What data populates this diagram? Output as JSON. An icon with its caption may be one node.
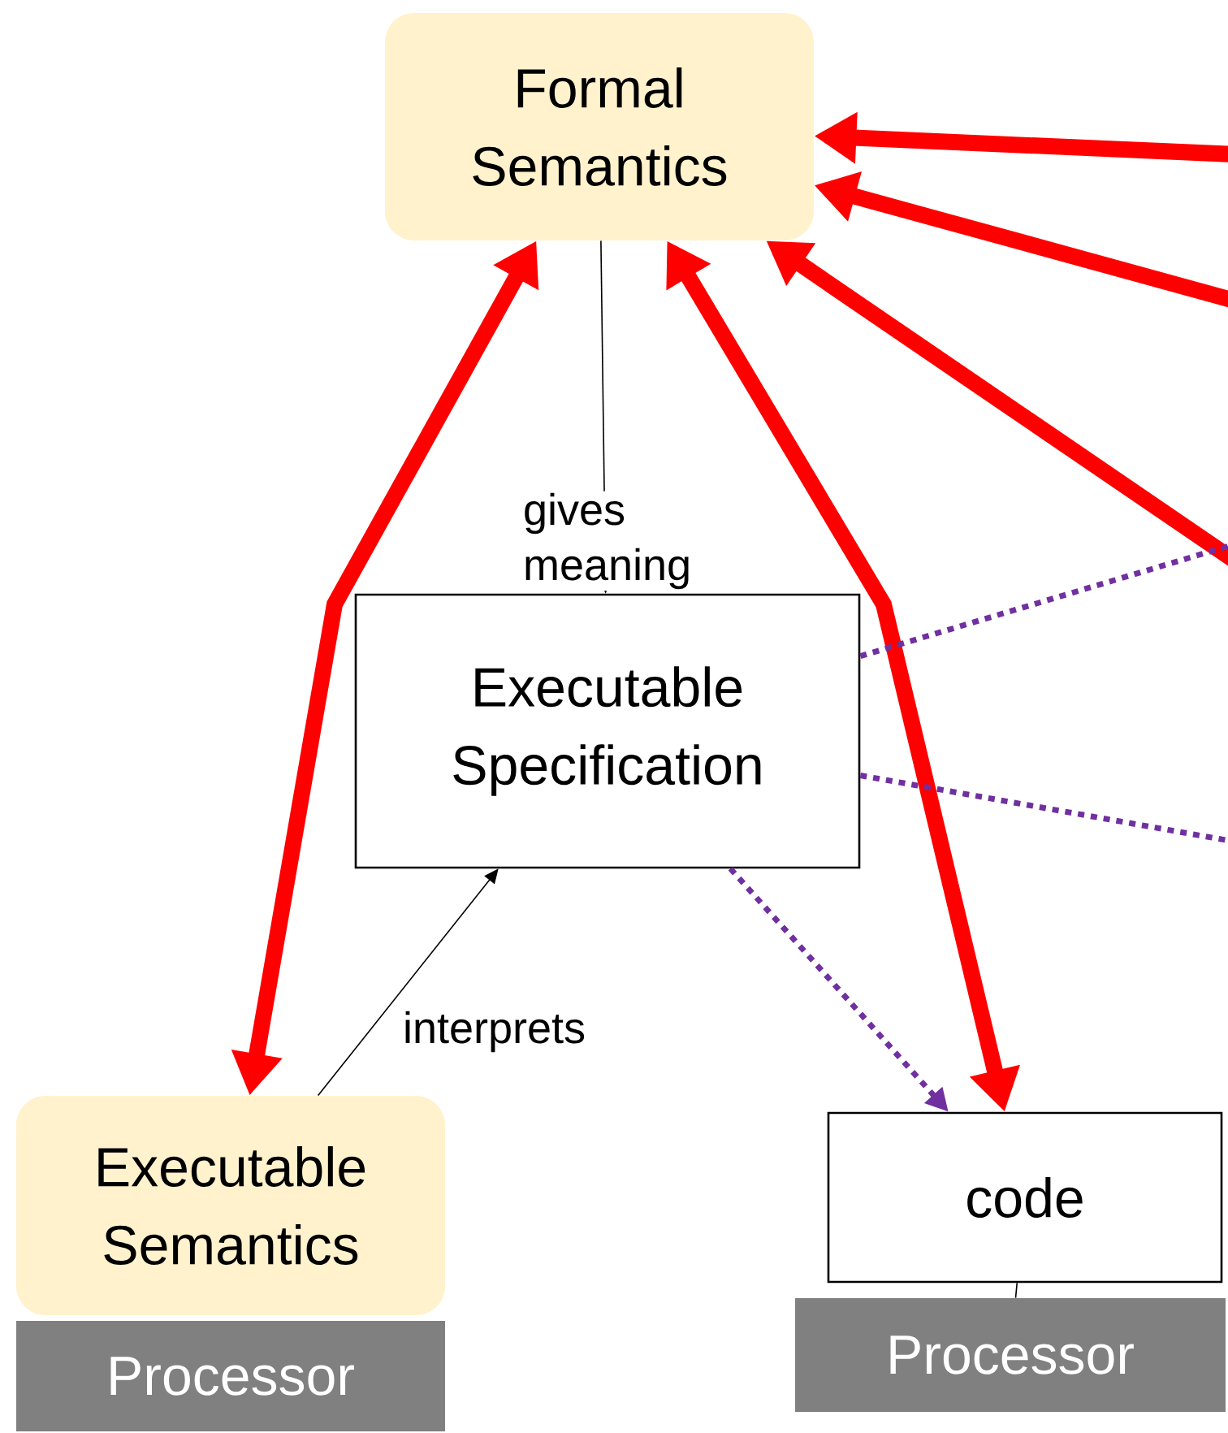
{
  "diagram": {
    "nodes": [
      {
        "text": [
          "Formal Semantics"
        ]
      },
      {
        "text": [
          "Executable Specification"
        ]
      },
      {
        "text": [
          "Executable Semantics"
        ]
      },
      {
        "text": [
          "Processor"
        ]
      },
      {
        "text": [
          "code"
        ]
      },
      {
        "text": [
          "Processor"
        ]
      }
    ],
    "edges": [
      {
        "from": 0,
        "to": 1,
        "arrow": "to",
        "label": "gives meaning",
        "color": "#000000"
      },
      {
        "from": 2,
        "to": 1,
        "arrow": "to",
        "label": "interprets",
        "color": "#000000"
      },
      {
        "from": 0,
        "to": 2,
        "arrow": "both",
        "style": "thick",
        "color": "#ff0000"
      },
      {
        "from": 0,
        "to": 4,
        "arrow": "both",
        "style": "thick",
        "color": "#ff0000"
      },
      {
        "from": 1,
        "to": 4,
        "arrow": "to",
        "style": "dashed",
        "color": "#7030a0"
      },
      {
        "from": 4,
        "to": 5,
        "arrow": "none",
        "color": "#000000"
      },
      {
        "from": null,
        "to": 0,
        "arrow": "to",
        "style": "thick",
        "color": "#ff0000"
      },
      {
        "from": null,
        "to": 0,
        "arrow": "to",
        "style": "thick",
        "color": "#ff0000"
      },
      {
        "from": null,
        "to": 0,
        "arrow": "to",
        "style": "thick",
        "color": "#ff0000"
      },
      {
        "from": 1,
        "to": null,
        "arrow": "none",
        "style": "dashed",
        "color": "#7030a0"
      },
      {
        "from": 1,
        "to": null,
        "arrow": "none",
        "style": "dashed",
        "color": "#7030a0"
      }
    ]
  }
}
